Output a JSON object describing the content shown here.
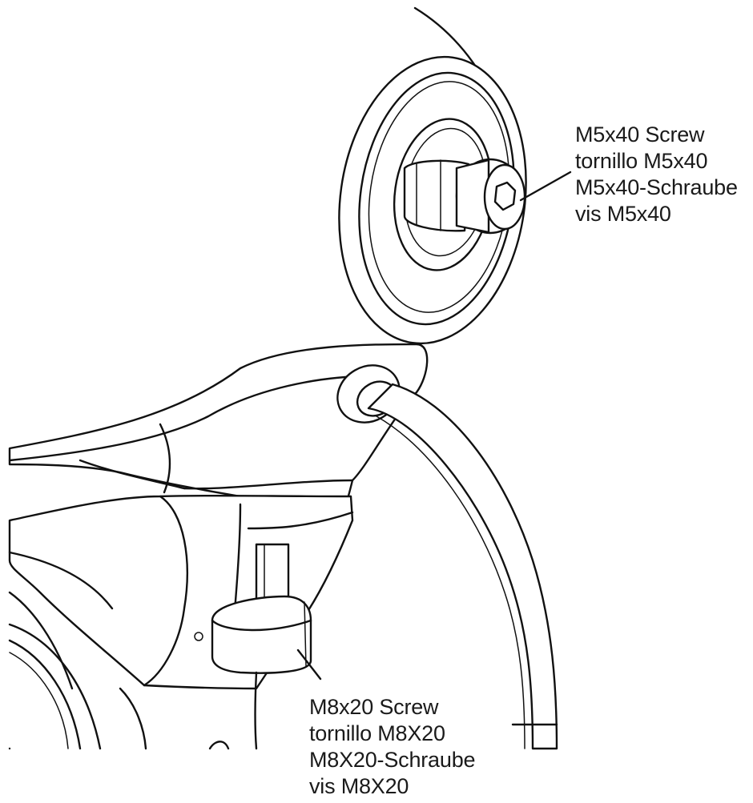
{
  "callouts": {
    "m5x40": {
      "lines": [
        "M5x40 Screw",
        "tornillo M5x40",
        "M5x40-Schraube",
        "vis M5x40"
      ]
    },
    "m8x20": {
      "lines": [
        "M8x20 Screw",
        "tornillo M8X20",
        "M8X20-Schraube",
        "vis M8X20"
      ]
    }
  },
  "colors": {
    "line": "#111111",
    "text": "#1a1a1a",
    "background": "#ffffff"
  }
}
